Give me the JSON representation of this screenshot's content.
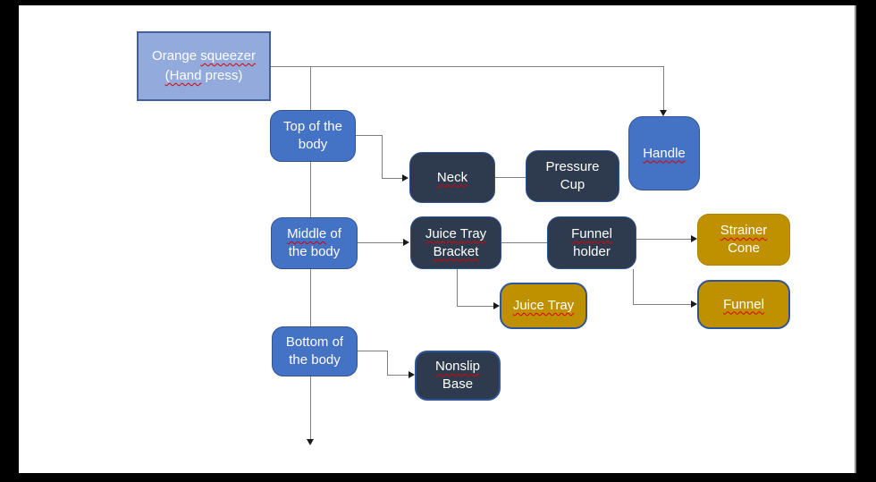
{
  "title": "Orange squeezer (Hand press) parts breakdown diagram",
  "colors": {
    "frame": "#000000",
    "canvas": "#ffffff",
    "root_fill": "#92abdc",
    "root_border": "#42609f",
    "section_fill": "#4472c4",
    "part_fill": "#2e3b4e",
    "leaf_fill": "#bf9000",
    "blue_border": "#2f5597",
    "connector": "#7f7f7f",
    "arrowhead": "#1a1a1a",
    "spellcheck_squiggle": "#dd0000"
  },
  "diagram": {
    "nodes": {
      "root": {
        "label": "Orange squeezer (Hand press)",
        "type": "root",
        "lines": [
          [
            {
              "t": "Orange ",
              "sp": false
            },
            {
              "t": "squeezer",
              "sp": true
            }
          ],
          [
            {
              "t": "(Hand",
              "sp": true
            },
            {
              "t": " press)",
              "sp": false
            }
          ]
        ]
      },
      "top_body": {
        "label": "Top of the body",
        "type": "section",
        "lines": [
          [
            {
              "t": "Top of the",
              "sp": false
            }
          ],
          [
            {
              "t": "body",
              "sp": false
            }
          ]
        ]
      },
      "handle": {
        "label": "Handle",
        "type": "section",
        "lines": [
          [
            {
              "t": "Handle",
              "sp": true
            }
          ]
        ]
      },
      "neck": {
        "label": "Neck",
        "type": "part",
        "lines": [
          [
            {
              "t": "Neck",
              "sp": true
            }
          ]
        ]
      },
      "pressure_cup": {
        "label": "Pressure Cup",
        "type": "part",
        "lines": [
          [
            {
              "t": "Pressure",
              "sp": false
            }
          ],
          [
            {
              "t": "Cup",
              "sp": false
            }
          ]
        ]
      },
      "middle_body": {
        "label": "Middle of the body",
        "type": "section",
        "lines": [
          [
            {
              "t": "Middle",
              "sp": true
            },
            {
              "t": " of",
              "sp": false
            }
          ],
          [
            {
              "t": "the body",
              "sp": false
            }
          ]
        ]
      },
      "juice_tray_bracket": {
        "label": "Juice Tray Bracket",
        "type": "part",
        "lines": [
          [
            {
              "t": "Juice Tray",
              "sp": true
            }
          ],
          [
            {
              "t": "Bracket",
              "sp": true
            }
          ]
        ]
      },
      "funnel_holder": {
        "label": "Funnel holder",
        "type": "part",
        "lines": [
          [
            {
              "t": "Funnel",
              "sp": true
            }
          ],
          [
            {
              "t": "holder",
              "sp": false
            }
          ]
        ]
      },
      "strainer_cone": {
        "label": "Strainer Cone",
        "type": "leaf",
        "lines": [
          [
            {
              "t": "Strainer",
              "sp": true
            }
          ],
          [
            {
              "t": "Cone",
              "sp": false
            }
          ]
        ]
      },
      "funnel": {
        "label": "Funnel",
        "type": "leaf",
        "lines": [
          [
            {
              "t": "Funnel",
              "sp": true
            }
          ]
        ]
      },
      "juice_tray": {
        "label": "Juice Tray",
        "type": "leaf",
        "lines": [
          [
            {
              "t": "Juice Tray",
              "sp": true
            }
          ]
        ]
      },
      "bottom_body": {
        "label": "Bottom of the body",
        "type": "section",
        "lines": [
          [
            {
              "t": "Bottom of",
              "sp": false
            }
          ],
          [
            {
              "t": "the body",
              "sp": false
            }
          ]
        ]
      },
      "nonslip_base": {
        "label": "Nonslip Base",
        "type": "part",
        "lines": [
          [
            {
              "t": "Nonslip",
              "sp": true
            }
          ],
          [
            {
              "t": "Base",
              "sp": false
            }
          ]
        ]
      }
    },
    "edges": [
      {
        "from": "Orange squeezer (Hand press)",
        "to": "Handle",
        "arrow": true
      },
      {
        "from": "Orange squeezer (Hand press)",
        "to": "body spine (Top / Middle / Bottom of the body)",
        "arrow": true
      },
      {
        "from": "Top of the body",
        "to": "Neck",
        "arrow": true
      },
      {
        "from": "Neck",
        "to": "Pressure Cup",
        "arrow": false
      },
      {
        "from": "Middle of the body",
        "to": "Juice Tray Bracket",
        "arrow": true
      },
      {
        "from": "Juice Tray Bracket",
        "to": "Funnel holder",
        "arrow": false
      },
      {
        "from": "Funnel holder",
        "to": "Strainer Cone",
        "arrow": true
      },
      {
        "from": "Funnel holder",
        "to": "Funnel",
        "arrow": true
      },
      {
        "from": "Juice Tray Bracket",
        "to": "Juice Tray",
        "arrow": true
      },
      {
        "from": "Bottom of the body",
        "to": "Nonslip Base",
        "arrow": true
      }
    ]
  }
}
